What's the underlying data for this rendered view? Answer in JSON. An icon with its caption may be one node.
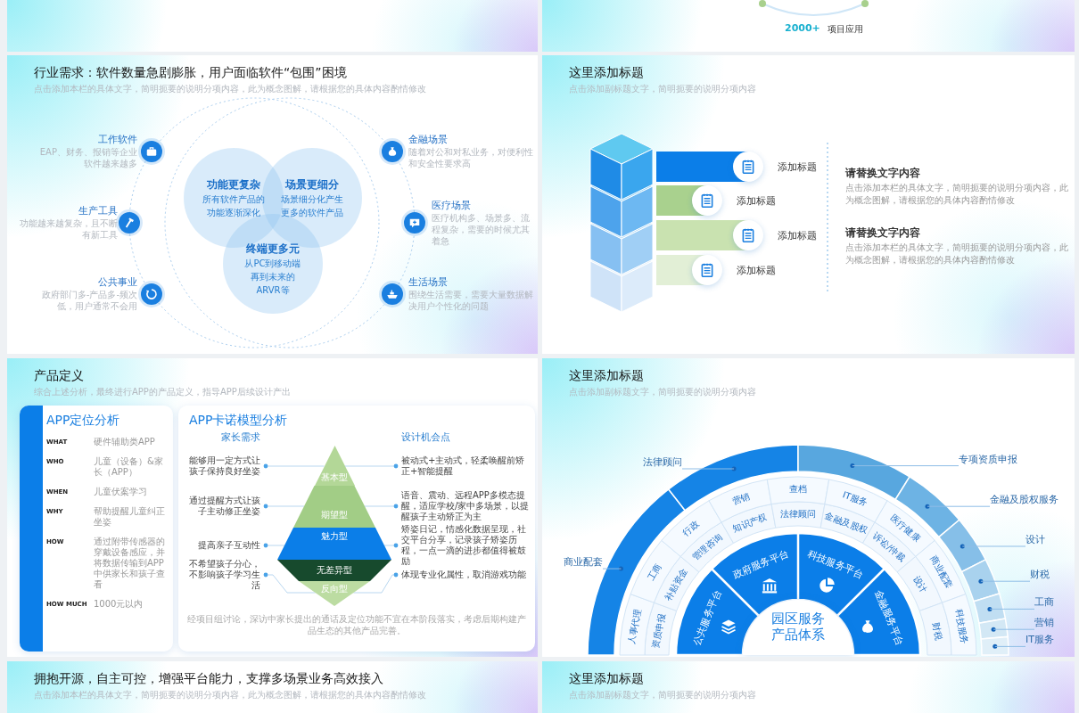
{
  "diagram": {
    "nodes": [
      {
        "text": [],
        "shape": "box"
      },
      {
        "text": [
          "2000+",
          "项目应用"
        ]
      },
      {
        "text": [
          "行业需求：软件数量急剧膨胀，用户面临软件“包围”困境",
          "点击添加本栏的具体文字，简明扼要的说明分项内容，此为概念图解，请根据您的具体内容酌情修改"
        ]
      },
      {
        "text": [
          "功能更复杂",
          "所有软件产品的功能逐渐深化"
        ],
        "in": 2
      },
      {
        "text": [
          "场景更细分",
          "场景细分化产生更多的软件产品"
        ],
        "in": 2
      },
      {
        "text": [
          "终端更多元",
          "从PC到移动端再到未来的ARVR等"
        ],
        "in": 2
      },
      {
        "text": [],
        "shape": "circle",
        "beside": [
          "工作软件",
          "EAP、财务、报销等企业软件越来越多"
        ],
        "in": 2
      },
      {
        "text": [],
        "shape": "circle",
        "beside": [
          "金融场景",
          "随着对公和对私业务，对便利性和安全性要求高"
        ],
        "in": 2
      },
      {
        "text": [],
        "shape": "circle",
        "beside": [
          "生产工具",
          "功能越来越复杂，且不断有新工具"
        ],
        "in": 2
      },
      {
        "text": [],
        "shape": "circle",
        "beside": [
          "医疗场景",
          "医疗机构多、场景多、流程复杂，需要的时候尤其着急"
        ],
        "in": 2
      },
      {
        "text": [],
        "shape": "circle",
        "beside": [
          "公共事业",
          "政府部门多-产品多-频次低，用户通常不会用"
        ],
        "in": 2
      },
      {
        "text": [],
        "shape": "circle",
        "beside": [
          "生活场景",
          "围绕生活需要，需要大量数据解决用户个性化的问题"
        ],
        "in": 2
      },
      {
        "text": [
          "这里添加标题",
          "点击添加副标题文字，简明扼要的说明分项内容"
        ]
      },
      {
        "text": [],
        "shape": "bar",
        "beside": [
          "添加标题"
        ],
        "in": 12
      },
      {
        "text": [],
        "shape": "bar",
        "beside": [
          "添加标题"
        ],
        "in": 12
      },
      {
        "text": [],
        "shape": "bar",
        "beside": [
          "添加标题"
        ],
        "in": 12
      },
      {
        "text": [],
        "shape": "bar",
        "beside": [
          "添加标题"
        ],
        "in": 12
      },
      {
        "text": [
          "产品定义",
          "综合上述分析，最终进行APP的产品定义，指导APP后续设计产出"
        ]
      },
      {
        "text": [
          "APP定位分析"
        ],
        "in": 17
      },
      {
        "text": [
          "APP卡诺模型分析"
        ],
        "in": 17
      },
      {
        "text": [
          "基本型"
        ],
        "in": 19
      },
      {
        "text": [
          "期望型"
        ],
        "in": 19
      },
      {
        "text": [
          "魅力型"
        ],
        "in": 19
      },
      {
        "text": [
          "无差异型"
        ],
        "in": 19
      },
      {
        "text": [
          "反向型"
        ],
        "in": 19
      },
      {
        "text": [
          "能够用一定方式让孩子保持良好坐姿"
        ],
        "in": 19
      },
      {
        "text": [
          "通过提醒方式让孩子主动修正坐姿"
        ],
        "in": 19
      },
      {
        "text": [
          "提高亲子互动性"
        ],
        "in": 19
      },
      {
        "text": [
          "不希望孩子分心，不影响孩子学习生活"
        ],
        "in": 19
      },
      {
        "text": [
          "被动式+主动式，轻柔唤醒前矫正+智能提醒"
        ],
        "in": 19
      },
      {
        "text": [
          "语音、震动、远程APP多模态提醒，适应学校/家中多场景，以提醒孩子主动矫正为主"
        ],
        "in": 19
      },
      {
        "text": [
          "矫姿日记，情感化数据呈现，社交平台分享，记录孩子矫姿历程，一点一滴的进步都值得被鼓励"
        ],
        "in": 19
      },
      {
        "text": [
          "体现专业化属性，取消游戏功能"
        ],
        "in": 19
      },
      {
        "text": [
          "这里添加标题",
          "点击添加副标题文字，简明扼要的说明分项内容"
        ]
      },
      {
        "text": [
          "园区服务产品体系"
        ],
        "in": 33
      },
      {
        "text": [
          "公共服务平台"
        ],
        "in": 33
      },
      {
        "text": [
          "政府服务平台"
        ],
        "in": 33
      },
      {
        "text": [
          "科技服务平台"
        ],
        "in": 33
      },
      {
        "text": [
          "金融服务平台"
        ],
        "in": 33
      },
      {
        "text": [
          "法律顾问"
        ],
        "in": 33
      },
      {
        "text": [
          "专项资质申报"
        ],
        "in": 33
      },
      {
        "text": [
          "金融及股权服务"
        ],
        "in": 33
      },
      {
        "text": [
          "设计"
        ],
        "in": 33
      },
      {
        "text": [
          "商业配套"
        ],
        "in": 33
      },
      {
        "text": [
          "财税"
        ],
        "in": 33
      },
      {
        "text": [
          "工商"
        ],
        "in": 33
      },
      {
        "text": [
          "营销"
        ],
        "in": 33
      },
      {
        "text": [
          "IT服务"
        ],
        "in": 33
      },
      {
        "text": [],
        "shape": "arc",
        "in": 33
      },
      {
        "text": [],
        "shape": "arc",
        "in": 33
      },
      {
        "text": [],
        "shape": "arc",
        "in": 33
      },
      {
        "text": [],
        "shape": "arc",
        "in": 33
      },
      {
        "text": [],
        "shape": "arc",
        "in": 33
      },
      {
        "text": [],
        "shape": "arc",
        "in": 33
      },
      {
        "text": [],
        "shape": "arc",
        "in": 33
      },
      {
        "text": [],
        "shape": "arc",
        "in": 33
      },
      {
        "text": [],
        "shape": "arc",
        "in": 33
      },
      {
        "text": [
          "拥抱开源，自主可控，增强平台能力，支撑多场景业务高效接入",
          "点击添加本栏的具体文字，简明扼要的说明分项内容，此为概念图解，请根据您的具体内容酌情修改"
        ]
      },
      {
        "text": [
          "这里添加标题",
          "点击添加副标题文字，简明扼要的说明分项内容"
        ]
      }
    ],
    "edges": [
      {
        "from": 25,
        "to": 20,
        "arrow": "other"
      },
      {
        "from": 20,
        "to": 29,
        "arrow": "other"
      },
      {
        "from": 26,
        "to": 21,
        "arrow": "other"
      },
      {
        "from": 21,
        "to": 30,
        "arrow": "other"
      },
      {
        "from": 27,
        "to": 22,
        "arrow": "other"
      },
      {
        "from": 22,
        "to": 31,
        "arrow": "other"
      },
      {
        "from": 28,
        "to": 24,
        "arrow": "other"
      },
      {
        "from": 24,
        "to": 32,
        "arrow": "other"
      },
      {
        "from": 39,
        "to": 49,
        "arrow": "none"
      },
      {
        "from": 40,
        "to": 50,
        "arrow": "none"
      },
      {
        "from": 41,
        "to": 51,
        "arrow": "none"
      },
      {
        "from": 42,
        "to": 52,
        "arrow": "none"
      },
      {
        "from": 43,
        "to": 48,
        "arrow": "none"
      },
      {
        "from": 44,
        "to": 53,
        "arrow": "none"
      },
      {
        "from": 45,
        "to": 54,
        "arrow": "none"
      },
      {
        "from": 46,
        "to": 55,
        "arrow": "none"
      },
      {
        "from": 47,
        "to": 56,
        "arrow": "none"
      }
    ],
    "labels": [
      "请替换文字内容",
      "点击添加本栏的具体文字，简明扼要的说明分项内容，此为概念图解，请根据您的具体内容酌情修改",
      "请替换文字内容",
      "点击添加本栏的具体文字，简明扼要的说明分项内容，此为概念图解，请根据您的具体内容酌情修改",
      "WHAT",
      "硬件辅助类APP",
      "WHO",
      "儿童（设备）&家长（APP）",
      "WHEN",
      "儿童伏案学习",
      "WHY",
      "帮助提醒儿童纠正坐姿",
      "HOW",
      "通过附带传感器的穿戴设备感应，并将数据传输到APP中供家长和孩子查看",
      "HOW MUCH",
      "1000元以内",
      "家长需求",
      "设计机会点",
      "经项目组讨论，深访中家长提出的通话及定位功能不宜在本阶段落实，考虑后期构建产品生态的其他产品完善。",
      "人事代理",
      "工商",
      "行政",
      "营销",
      "查档",
      "IT服务",
      "医疗健康",
      "商业配套",
      "科技服务",
      "资质申报",
      "补贴资金",
      "管理咨询",
      "知识产权",
      "法律顾问",
      "金融及股权",
      "诉讼/仲裁",
      "设计",
      "财税"
    ]
  }
}
